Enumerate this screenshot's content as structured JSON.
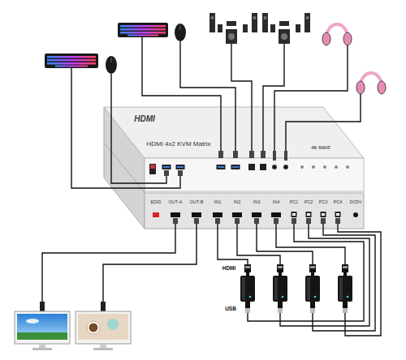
{
  "diagram": {
    "labels": [
      "HDMI",
      "HDMI 4x2 KVM Matrix",
      "4K 60HZ",
      "EDID",
      "OUT-A",
      "OUT-B",
      "IN1",
      "IN2",
      "IN3",
      "IN4",
      "PC1",
      "PC2",
      "PC3",
      "PC4",
      "DC5V",
      "HDMI",
      "USB"
    ]
  }
}
